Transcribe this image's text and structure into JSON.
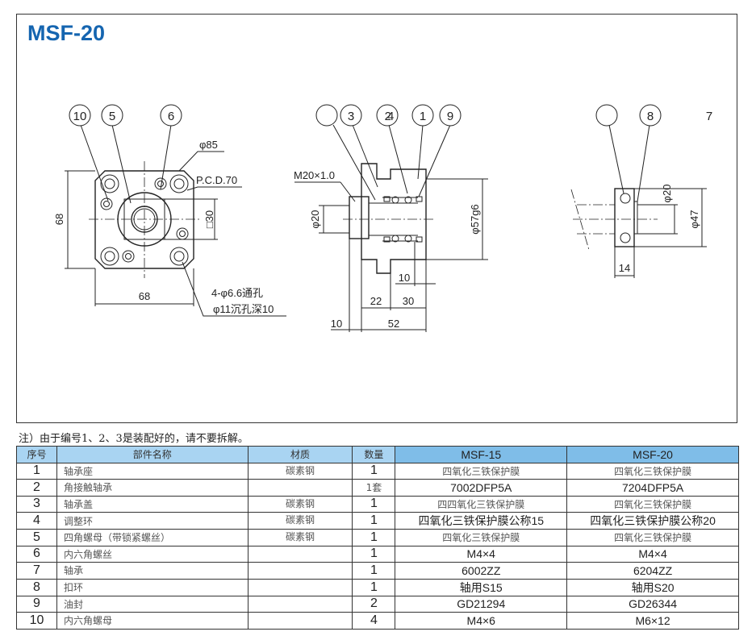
{
  "title": "MSF-20",
  "drawing": {
    "front": {
      "balloons": [
        "10",
        "5",
        "6"
      ],
      "phi85": "φ85",
      "pcd": "P.C.D.70",
      "sq30": "□30",
      "h68": "68",
      "w68": "68",
      "hole1": "4-φ6.6通孔",
      "hole2": "φ11沉孔深10"
    },
    "side": {
      "balloons": [
        "",
        "3",
        "24",
        "1",
        "9"
      ],
      "thread": "M20×1.0",
      "phi20": "φ20",
      "phi57": "φ57g6",
      "d10a": "10",
      "d22": "22",
      "d30": "30",
      "d10b": "10",
      "d52": "52"
    },
    "bearing": {
      "balloons": [
        "",
        "8"
      ],
      "label7": "7",
      "phi20": "φ20",
      "phi47": "φ47",
      "d14": "14"
    }
  },
  "note": "注）由于编号1、2、3是装配好的，请不要拆解。",
  "table": {
    "headers": [
      "序号",
      "部件名称",
      "材质",
      "数量",
      "MSF-15",
      "MSF-20"
    ],
    "rows": [
      {
        "no": "1",
        "name": "轴承座",
        "mat": "碳素钢",
        "qty": "1",
        "a": "四氧化三铁保护膜",
        "b": "四氧化三铁保护膜"
      },
      {
        "no": "2",
        "name": "角接触轴承",
        "mat": "",
        "qty": "1套",
        "a": "7002DFP5A",
        "b": "7204DFP5A"
      },
      {
        "no": "3",
        "name": "轴承盖",
        "mat": "碳素钢",
        "qty": "1",
        "a": "四四氧化三铁保护膜",
        "b": "四氧化三铁保护膜"
      },
      {
        "no": "4",
        "name": "调整环",
        "mat": "碳素钢",
        "qty": "1",
        "a": "四氧化三铁保护膜公称15",
        "b": "四氧化三铁保护膜公称20"
      },
      {
        "no": "5",
        "name": "四角螺母（带锁紧螺丝）",
        "mat": "碳素钢",
        "qty": "1",
        "a": "四氧化三铁保护膜",
        "b": "四氧化三铁保护膜"
      },
      {
        "no": "6",
        "name": "内六角螺丝",
        "mat": "",
        "qty": "1",
        "a": "M4×4",
        "b": "M4×4"
      },
      {
        "no": "7",
        "name": "轴承",
        "mat": "",
        "qty": "1",
        "a": "6002ZZ",
        "b": "6204ZZ"
      },
      {
        "no": "8",
        "name": "扣环",
        "mat": "",
        "qty": "1",
        "a": "轴用S15",
        "b": "轴用S20"
      },
      {
        "no": "9",
        "name": "油封",
        "mat": "",
        "qty": "2",
        "a": "GD21294",
        "b": "GD26344"
      },
      {
        "no": "10",
        "name": "内六角螺母",
        "mat": "",
        "qty": "4",
        "a": "M4×6",
        "b": "M6×12"
      }
    ]
  }
}
